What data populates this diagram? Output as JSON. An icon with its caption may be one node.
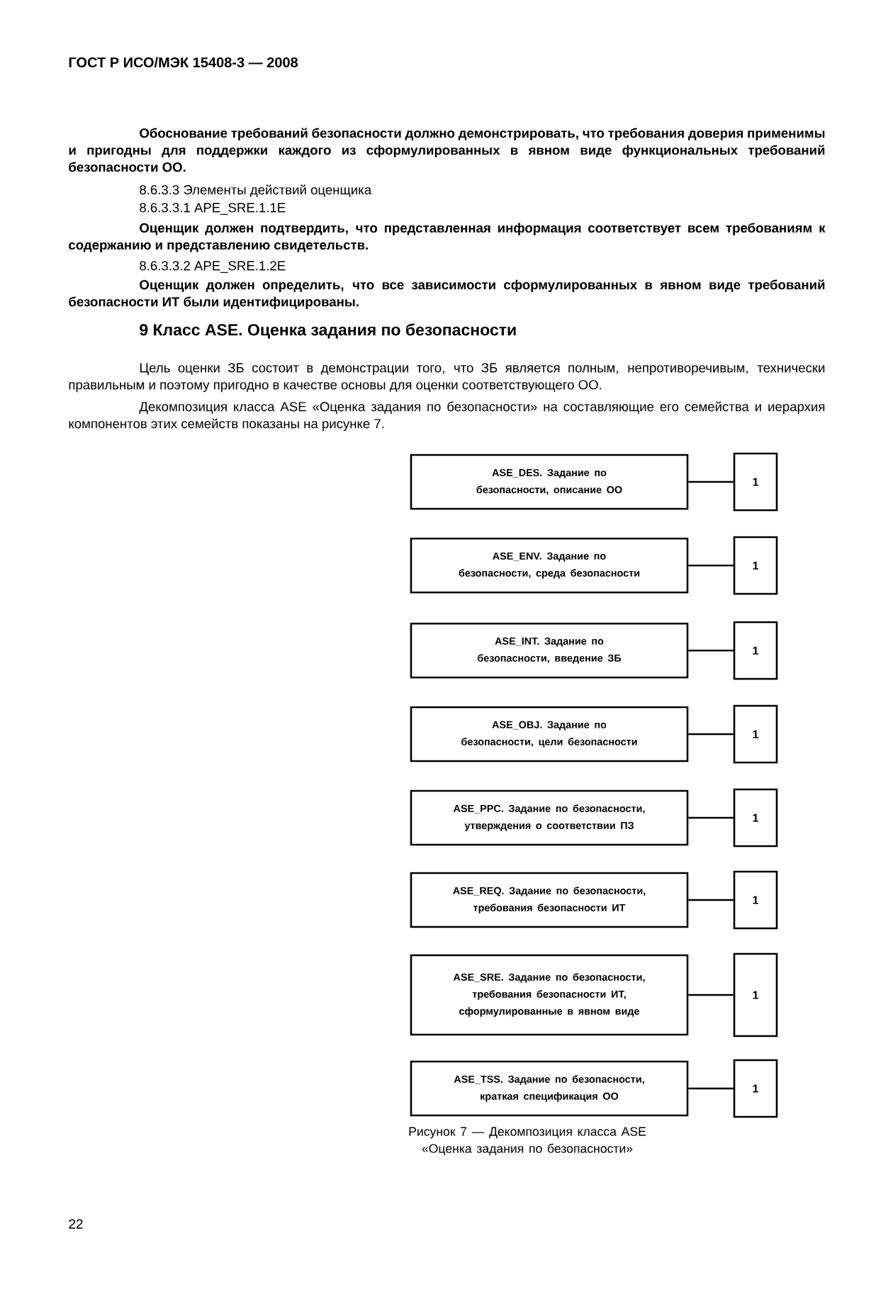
{
  "diagram": {
    "caption": "Рисунок 7 — Декомпозиция класса ASE «Оценка задания по безопасности»",
    "nodes": [
      {
        "text": [
          "ASE_DES. Задание по безопасности, описание ОО"
        ]
      },
      {
        "text": [
          "1"
        ]
      },
      {
        "text": [
          "ASE_ENV. Задание по безопасности, среда безопасности"
        ]
      },
      {
        "text": [
          "1"
        ]
      },
      {
        "text": [
          "ASE_INT. Задание по безопасности, введение ЗБ"
        ]
      },
      {
        "text": [
          "1"
        ]
      },
      {
        "text": [
          "ASE_OBJ. Задание по безопасности, цели безопасности"
        ]
      },
      {
        "text": [
          "1"
        ]
      },
      {
        "text": [
          "ASE_PPC. Задание по безопасности, утверждения о соответствии ПЗ"
        ]
      },
      {
        "text": [
          "1"
        ]
      },
      {
        "text": [
          "ASE_REQ. Задание по безопасности, требования безопасности ИТ"
        ]
      },
      {
        "text": [
          "1"
        ]
      },
      {
        "text": [
          "ASE_SRE. Задание по безопасности, требования безопасности ИТ, сформулированные в явном виде"
        ]
      },
      {
        "text": [
          "1"
        ]
      },
      {
        "text": [
          "ASE_TSS. Задание по безопасности, краткая спецификация ОО"
        ]
      },
      {
        "text": [
          "1"
        ]
      }
    ],
    "edges": [
      {
        "from": 0,
        "to": 1,
        "arrow": "none"
      },
      {
        "from": 2,
        "to": 3,
        "arrow": "none"
      },
      {
        "from": 4,
        "to": 5,
        "arrow": "none"
      },
      {
        "from": 6,
        "to": 7,
        "arrow": "none"
      },
      {
        "from": 8,
        "to": 9,
        "arrow": "none"
      },
      {
        "from": 10,
        "to": 11,
        "arrow": "none"
      },
      {
        "from": 12,
        "to": 13,
        "arrow": "none"
      },
      {
        "from": 14,
        "to": 15,
        "arrow": "none"
      }
    ],
    "labels": [
      "ГОСТ Р ИСО/МЭК 15408-3 — 2008",
      "Обоснование требований безопасности должно демонстрировать, что требования доверия применимы и пригодны для поддержки каждого из сформулированных в явном виде функциональных требований безопасности ОО.",
      "8.6.3.3 Элементы действий оценщика",
      "8.6.3.3.1 APE_SRE.1.1E",
      "Оценщик должен подтвердить, что представленная информация соответствует всем требованиям к содержанию и представлению свидетельств.",
      "8.6.3.3.2 APE_SRE.1.2E",
      "Оценщик должен определить, что все зависимости сформулированных в явном виде требований безопасности ИТ были идентифицированы.",
      "9 Класс ASE. Оценка задания по безопасности",
      "Цель оценки ЗБ состоит в демонстрации того, что ЗБ является полным, непротиворечивым, технически правильным и поэтому пригодно в качестве основы для оценки соответствующего ОО.",
      "Декомпозиция класса ASE «Оценка задания по безопасности» на составляющие его семейства и иерархия компонентов этих семейств показаны на рисунке 7.",
      "22"
    ]
  }
}
